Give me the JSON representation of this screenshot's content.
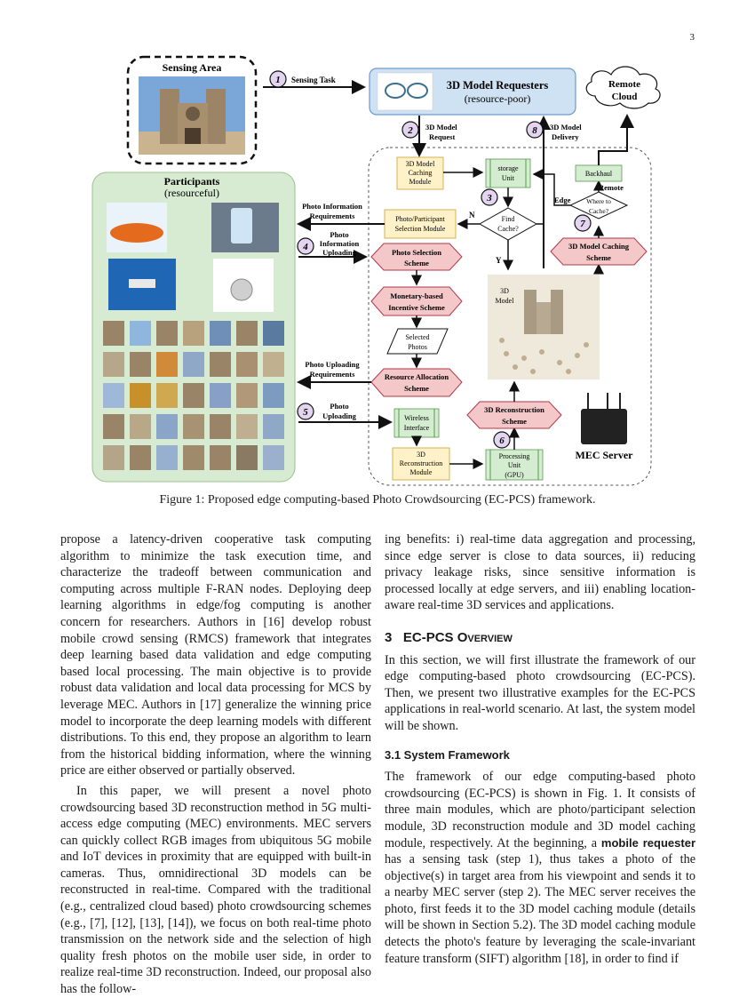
{
  "page_number": "3",
  "figure": {
    "sensing_area": "Sensing Area",
    "sensing_task": "Sensing Task",
    "requesters_title": "3D Model Requesters",
    "requesters_sub": "(resource-poor)",
    "remote_cloud_1": "Remote",
    "remote_cloud_2": "Cloud",
    "participants_title": "Participants",
    "participants_sub": "(resourceful)",
    "step_numbers": [
      "1",
      "2",
      "3",
      "4",
      "5",
      "6",
      "7",
      "8"
    ],
    "model_request_1": "3D Model",
    "model_request_2": "Request",
    "model_delivery_1": "3D Model",
    "model_delivery_2": "Delivery",
    "caching_module": [
      "3D Model",
      "Caching",
      "Module"
    ],
    "storage_unit": [
      "storage",
      "Unit"
    ],
    "find_cache": [
      "Find",
      "Cache?"
    ],
    "backhaul": "Backhaul",
    "remote_label": "Remote",
    "edge_label": "Edge",
    "where_to_cache": [
      "Where to",
      "Cache?"
    ],
    "n_label": "N",
    "y_label": "Y",
    "photo_info_req": [
      "Photo Information",
      "Requirements"
    ],
    "photo_info_upload": [
      "Photo",
      "Information",
      "Uploading"
    ],
    "selection_module": [
      "Photo/Participant",
      "Selection Module"
    ],
    "photo_selection": [
      "Photo Selection",
      "Scheme"
    ],
    "monetary": [
      "Monetary-based",
      "Incentive Scheme"
    ],
    "selected_photos": [
      "Selected",
      "Photos"
    ],
    "resource_alloc": [
      "Resource Allocation",
      "Scheme"
    ],
    "photo_upload_req": [
      "Photo Uploading",
      "Requirements"
    ],
    "photo_uploading": [
      "Photo",
      "Uploading"
    ],
    "wireless": [
      "Wireless",
      "Interface"
    ],
    "recon_module": [
      "3D",
      "Reconstruction",
      "Module"
    ],
    "processing_unit": [
      "Processing",
      "Unit",
      "(GPU)"
    ],
    "recon_scheme": [
      "3D Reconstruction",
      "Scheme"
    ],
    "caching_scheme": [
      "3D Model Caching",
      "Scheme"
    ],
    "model_label": [
      "3D",
      "Model"
    ],
    "mec_server": "MEC Server"
  },
  "caption": "Figure 1: Proposed edge computing-based Photo Crowdsourcing (EC-PCS) framework.",
  "left_column": {
    "p1": "propose a latency-driven cooperative task computing algorithm to minimize the task execution time, and characterize the tradeoff between communication and computing across multiple F-RAN nodes. Deploying deep learning algorithms in edge/fog computing is another concern for researchers. Authors in [16] develop robust mobile crowd sensing (RMCS) framework that integrates deep learning based data validation and edge computing based local processing. The main objective is to provide robust data validation and local data processing for MCS by leverage MEC. Authors in [17] generalize the winning price model to incorporate the deep learning models with different distributions. To this end, they propose an algorithm to learn from the historical bidding information, where the winning price are either observed or partially observed.",
    "p2": "In this paper, we will present a novel photo crowdsourcing based 3D reconstruction method in 5G multi-access edge computing (MEC) environments. MEC servers can quickly collect RGB images from ubiquitous 5G mobile and IoT devices in proximity that are equipped with built-in cameras. Thus, omnidirectional 3D models can be reconstructed in real-time. Compared with the traditional (e.g., centralized cloud based) photo crowdsourcing schemes (e.g., [7], [12], [13], [14]), we focus on both real-time photo transmission on the network side and the selection of high quality fresh photos on the mobile user side, in order to realize real-time 3D reconstruction. Indeed, our proposal also has the follow-"
  },
  "right_column": {
    "p1": "ing benefits: i) real-time data aggregation and processing, since edge server is close to data sources, ii) reducing privacy leakage risks, since sensitive information is processed locally at edge servers, and iii) enabling location-aware real-time 3D services and applications.",
    "section_number": "3",
    "section_title": "EC-PCS Overview",
    "p2": "In this section, we will first illustrate the framework of our edge computing-based photo crowdsourcing (EC-PCS). Then, we present two illustrative examples for the EC-PCS applications in real-world scenario. At last, the system model will be shown.",
    "subsection": "3.1   System Framework",
    "p3_a": "The framework of our edge computing-based photo crowdsourcing (EC-PCS) is shown in Fig. 1. It consists of three main modules, which are photo/participant selection module, 3D reconstruction module and 3D model caching module, respectively. At the beginning, a ",
    "p3_bold": "mobile requester",
    "p3_b": " has a sensing task (step 1), thus takes a photo of the objective(s) in target area from his viewpoint and sends it to a nearby MEC server (step 2). The MEC server receives the photo, first feeds it to the 3D model caching module (details will be shown in Section 5.2). The 3D model caching module detects the photo's feature by leveraging the scale-invariant feature transform (SIFT) algorithm [18], in order to find if"
  }
}
